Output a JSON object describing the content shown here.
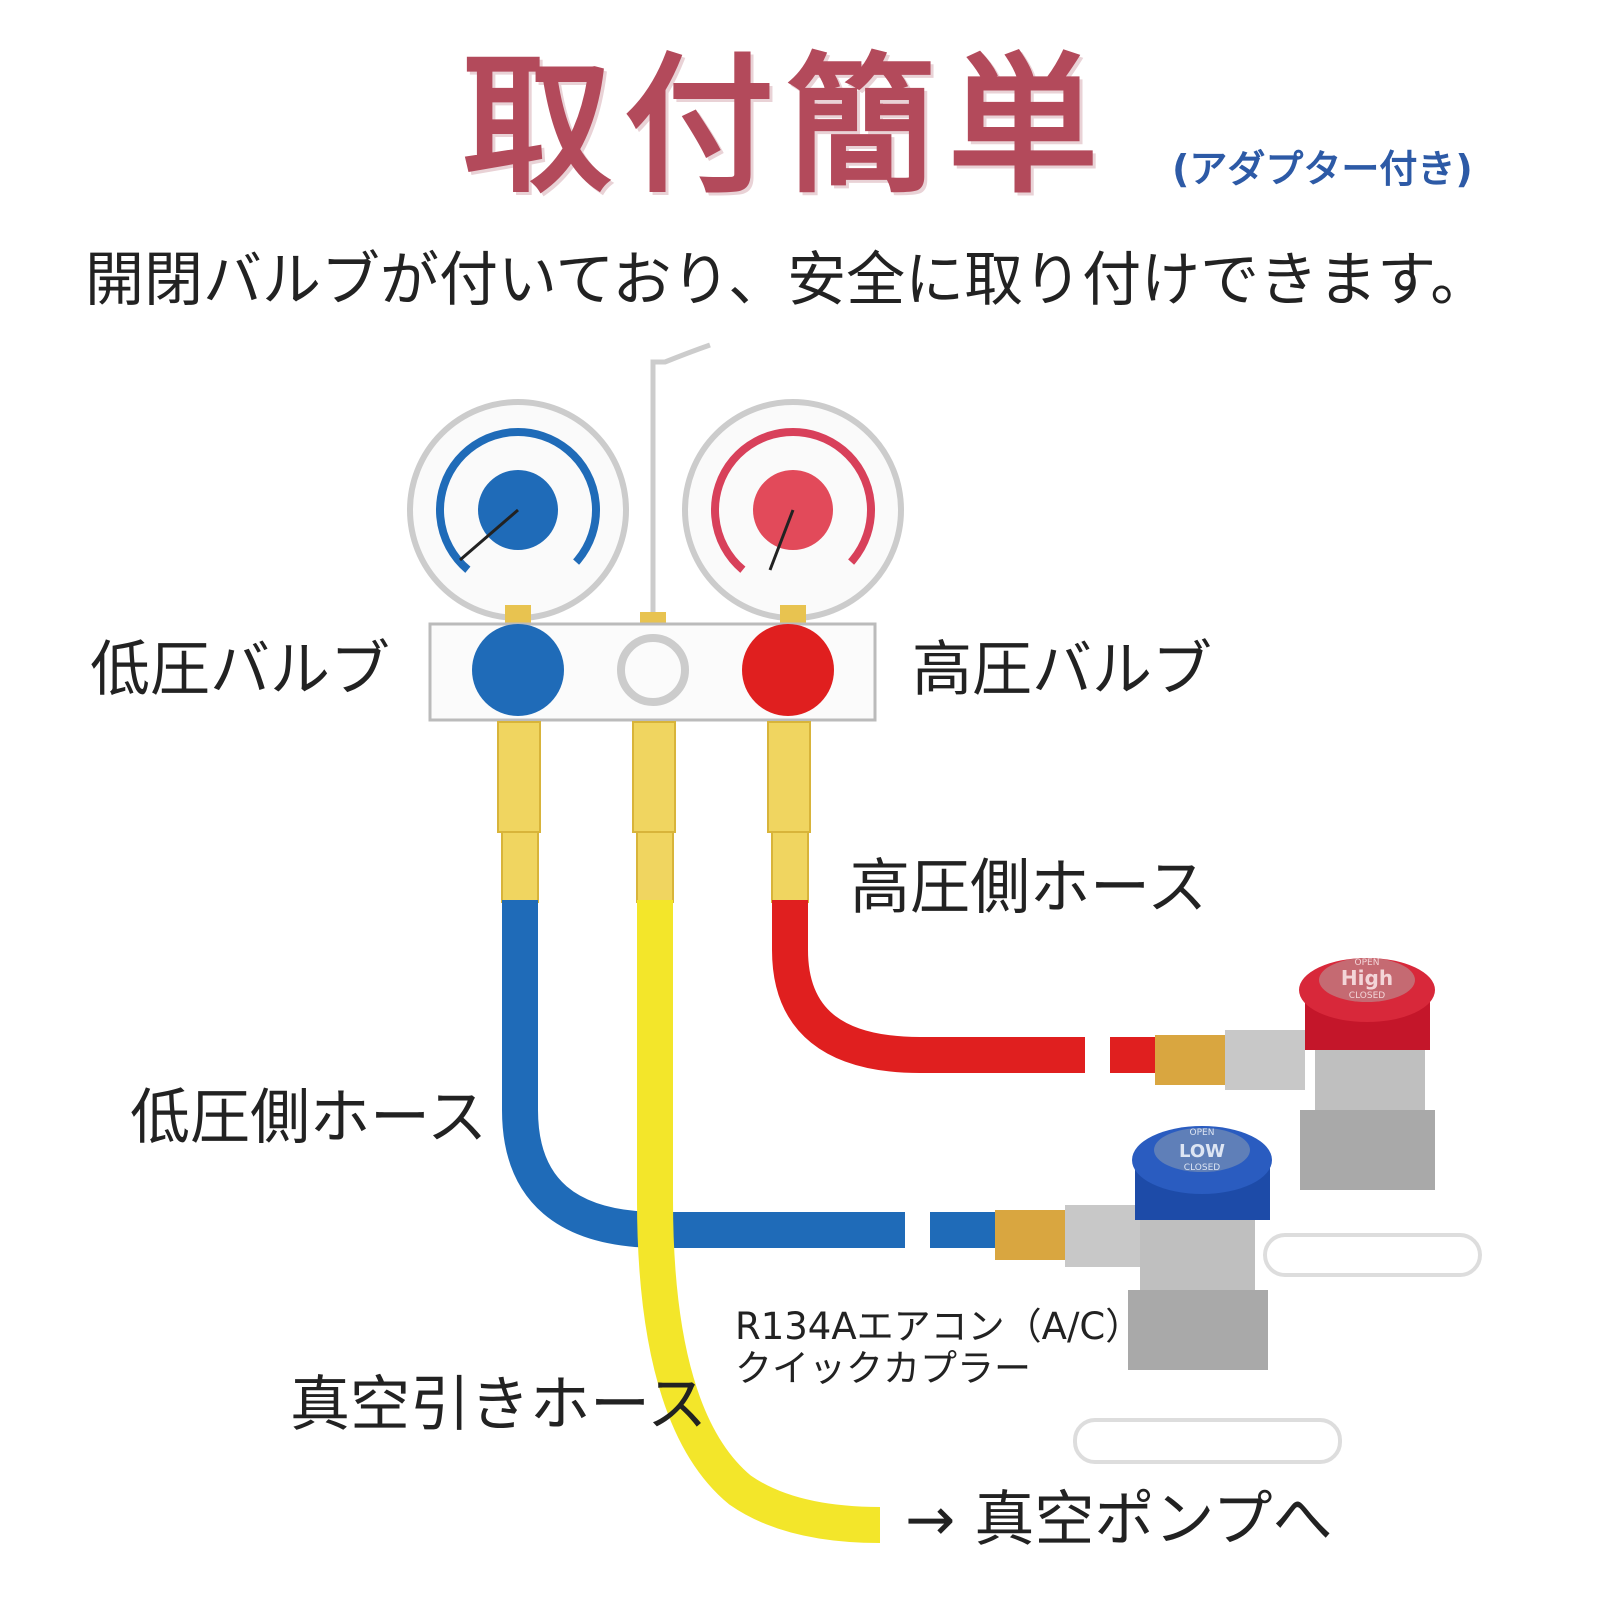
{
  "header": {
    "title": "取付簡単",
    "subtitle": "(アダプター付き)",
    "lead": "開閉バルブが付いており、安全に取り付けできます。"
  },
  "labels": {
    "low_valve": "低圧バルブ",
    "high_valve": "高圧バルブ",
    "high_hose": "高圧側ホース",
    "low_hose": "低圧側ホース",
    "vacuum_hose": "真空引きホース",
    "coupler_line1": "R134Aエアコン（A/C）",
    "coupler_line2": "クイックカプラー",
    "to_pump": "→ 真空ポンプへ"
  },
  "coupler_marks": {
    "high": {
      "open": "OPEN",
      "name": "High",
      "closed": "CLOSED"
    },
    "low": {
      "open": "OPEN",
      "name": "LOW",
      "closed": "CLOSED"
    }
  },
  "colors": {
    "title": "#b34a5b",
    "subtitle": "#2d5aa6",
    "low_side": "#1f6bb8",
    "high_side": "#e02a2a",
    "vacuum": "#f3e62a",
    "brass": "#e8c350"
  }
}
